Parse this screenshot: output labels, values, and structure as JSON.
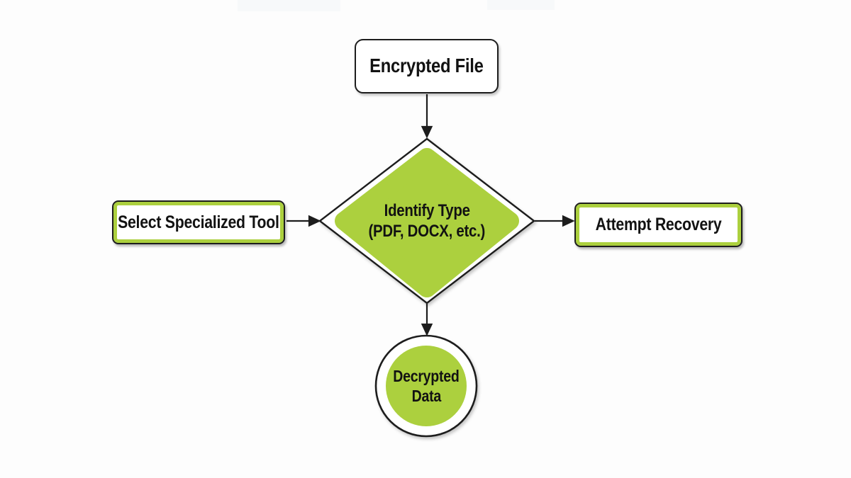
{
  "colors": {
    "accent_green": "#acd03e",
    "border_green": "#b4d64a",
    "outline_black": "#1d1d1d",
    "shape_fill": "#ffffff",
    "background": "#fdfdfd",
    "text": "#121212"
  },
  "nodes": {
    "encrypted_file": {
      "label": "Encrypted File",
      "shape": "rounded-rectangle"
    },
    "select_tool": {
      "label": "Select Specialized Tool",
      "shape": "rounded-rectangle-green-border"
    },
    "identify_type": {
      "label_line1": "Identify Type",
      "label_line2": "(PDF, DOCX, etc.)",
      "shape": "diamond-green"
    },
    "attempt_recovery": {
      "label": "Attempt Recovery",
      "shape": "rounded-rectangle-green-border"
    },
    "decrypted_data": {
      "label_line1": "Decrypted",
      "label_line2": "Data",
      "shape": "circle-green"
    }
  },
  "edges": [
    {
      "from": "encrypted_file",
      "to": "identify_type",
      "direction": "down"
    },
    {
      "from": "select_tool",
      "to": "identify_type",
      "direction": "right"
    },
    {
      "from": "identify_type",
      "to": "attempt_recovery",
      "direction": "right"
    },
    {
      "from": "identify_type",
      "to": "decrypted_data",
      "direction": "down"
    }
  ]
}
